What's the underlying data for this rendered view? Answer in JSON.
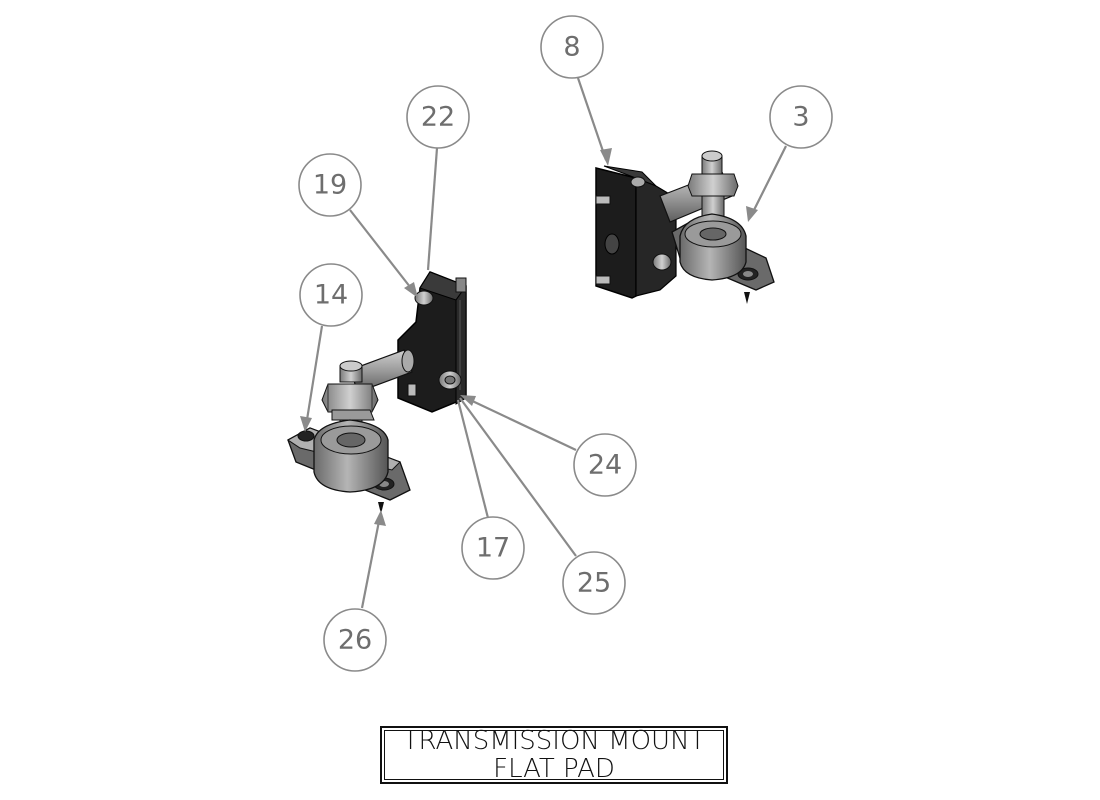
{
  "title": {
    "line1": "TRANSMISSION MOUNT",
    "line2": "FLAT PAD"
  },
  "balloons": [
    {
      "id": "b8",
      "label": "8"
    },
    {
      "id": "b3",
      "label": "3"
    },
    {
      "id": "b22",
      "label": "22"
    },
    {
      "id": "b19",
      "label": "19"
    },
    {
      "id": "b14",
      "label": "14"
    },
    {
      "id": "b24",
      "label": "24"
    },
    {
      "id": "b17",
      "label": "17"
    },
    {
      "id": "b25",
      "label": "25"
    },
    {
      "id": "b26",
      "label": "26"
    }
  ],
  "colors": {
    "balloon_stroke": "#8a8a8a",
    "balloon_text": "#6e6e6e",
    "part_dark": "#1c1c1c",
    "part_mid": "#5a5a5a",
    "part_light": "#9a9a9a"
  }
}
